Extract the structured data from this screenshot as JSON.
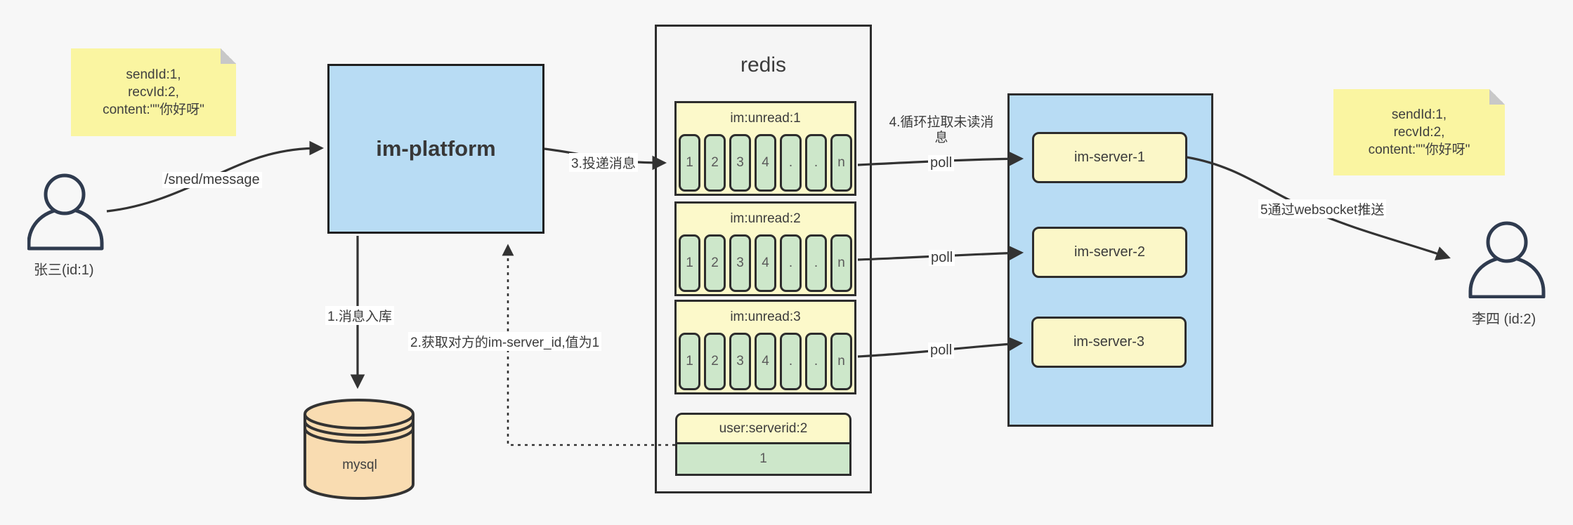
{
  "colors": {
    "background": "#f7f7f7",
    "blue_node": "#b8dcf4",
    "sticky_yellow": "#faf5a1",
    "pale_yellow": "#fcf9ca",
    "server_yellow": "#fbf7c8",
    "cell_green": "#cde7ca",
    "mysql_orange": "#f9dcb1",
    "stroke_dark": "#2d2d2d",
    "person_navy": "#2f3b4f"
  },
  "sender": {
    "note_lines": [
      "sendId:1,",
      "recvId:2,",
      "content:\"\"你好呀\""
    ],
    "label": "张三(id:1)",
    "request_label": "/sned/message"
  },
  "receiver": {
    "note_lines": [
      "sendId:1,",
      "recvId:2,",
      "content:\"\"你好呀\""
    ],
    "label": "李四 (id:2)"
  },
  "platform": {
    "label": "im-platform"
  },
  "mysql": {
    "label": "mysql"
  },
  "redis": {
    "title": "redis",
    "queues": [
      {
        "name": "im:unread:1",
        "cells": [
          "1",
          "2",
          "3",
          "4",
          ".",
          ".",
          "n"
        ]
      },
      {
        "name": "im:unread:2",
        "cells": [
          "1",
          "2",
          "3",
          "4",
          ".",
          ".",
          "n"
        ]
      },
      {
        "name": "im:unread:3",
        "cells": [
          "1",
          "2",
          "3",
          "4",
          ".",
          ".",
          "n"
        ]
      }
    ],
    "kv": {
      "name": "user:serverid:2",
      "value": "1"
    }
  },
  "servers": {
    "labels": [
      "im-server-1",
      "im-server-2",
      "im-server-3"
    ]
  },
  "steps": {
    "s1": "1.消息入库",
    "s2": "2.获取对方的im-server_id,值为1",
    "s3": "3.投递消息",
    "s4": "4.循环拉取未读消息",
    "s5": "5通过websocket推送",
    "poll": "poll"
  }
}
